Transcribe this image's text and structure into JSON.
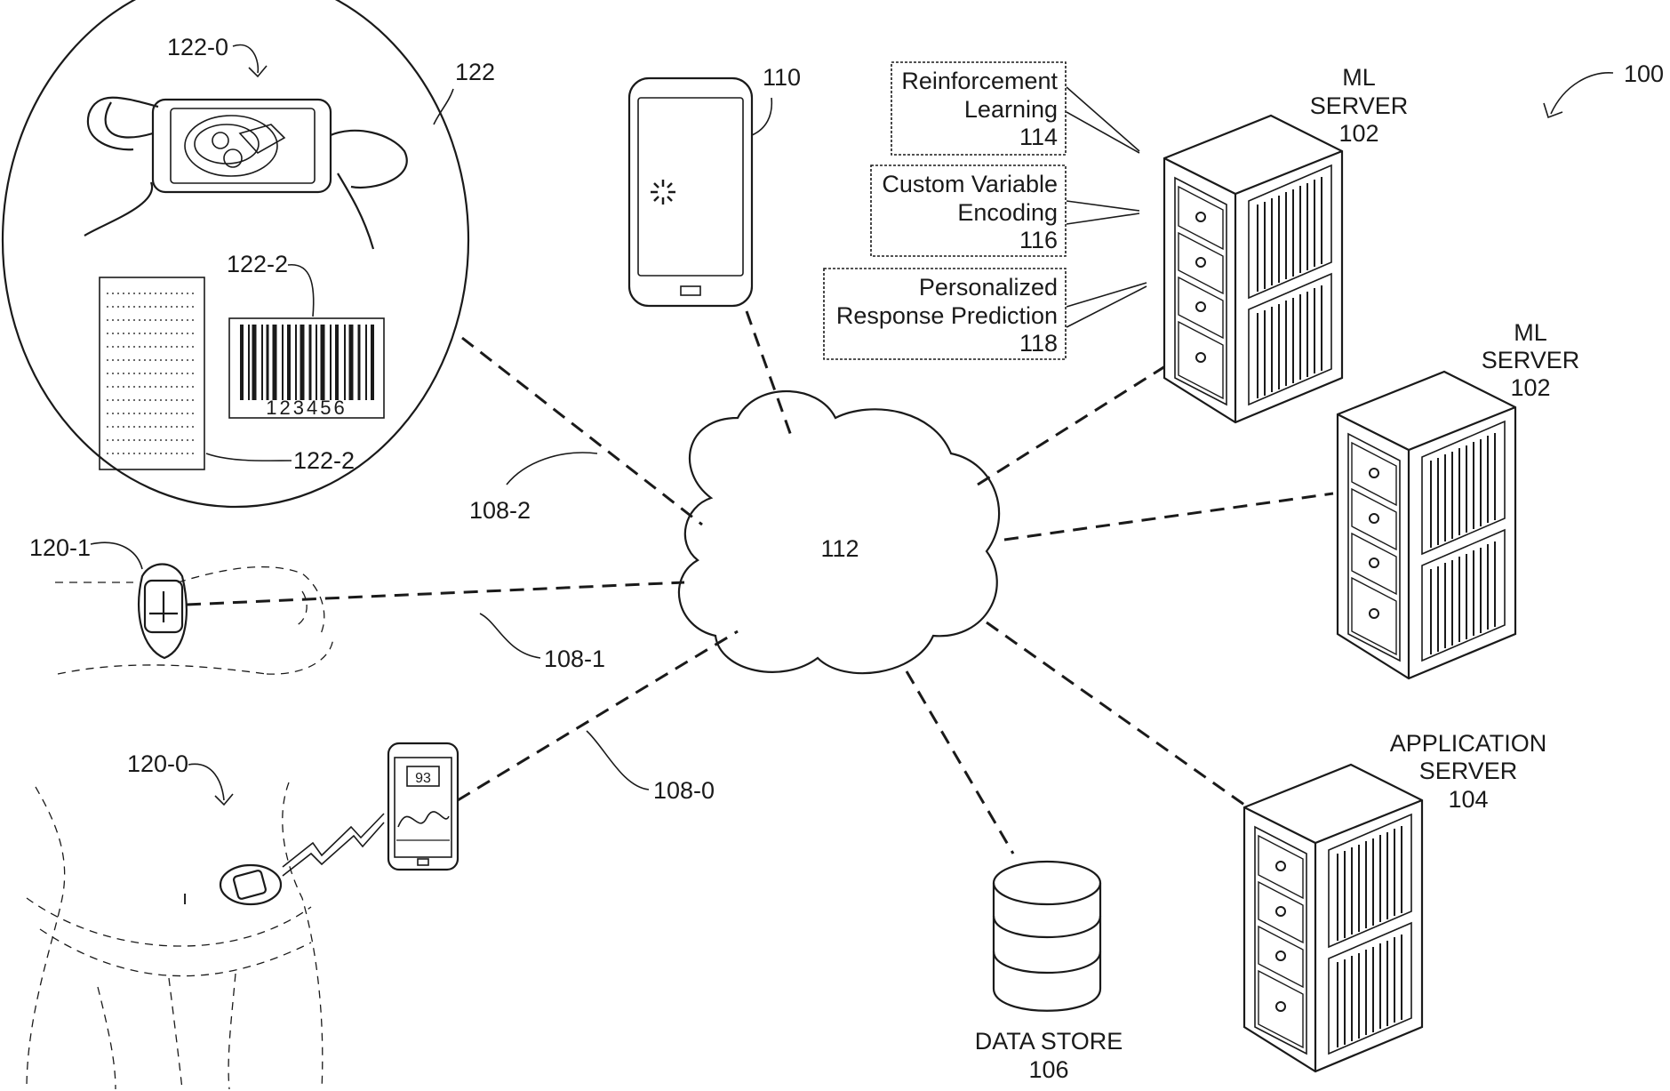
{
  "labels": {
    "ref_100": "100",
    "ref_110": "110",
    "ref_112": "112",
    "ref_122": "122",
    "ref_122_0": "122-0",
    "ref_122_2_top": "122-2",
    "ref_122_2_bottom": "122-2",
    "ref_120_1": "120-1",
    "ref_120_0": "120-0",
    "ref_108_0": "108-0",
    "ref_108_1": "108-1",
    "ref_108_2": "108-2",
    "barcode_digits": "123456",
    "glucose_reading": "93"
  },
  "ml_server_1": {
    "line1": "ML",
    "line2": "SERVER",
    "line3": "102"
  },
  "ml_server_2": {
    "line1": "ML",
    "line2": "SERVER",
    "line3": "102"
  },
  "app_server": {
    "line1": "APPLICATION",
    "line2": "SERVER",
    "line3": "104"
  },
  "data_store": {
    "line1": "DATA STORE",
    "line2": "106"
  },
  "modules": {
    "reinforcement": {
      "line1": "Reinforcement",
      "line2": "Learning",
      "line3": "114"
    },
    "encoding": {
      "line1": "Custom Variable",
      "line2": "Encoding",
      "line3": "116"
    },
    "prediction": {
      "line1": "Personalized",
      "line2": "Response Prediction",
      "line3": "118"
    }
  }
}
